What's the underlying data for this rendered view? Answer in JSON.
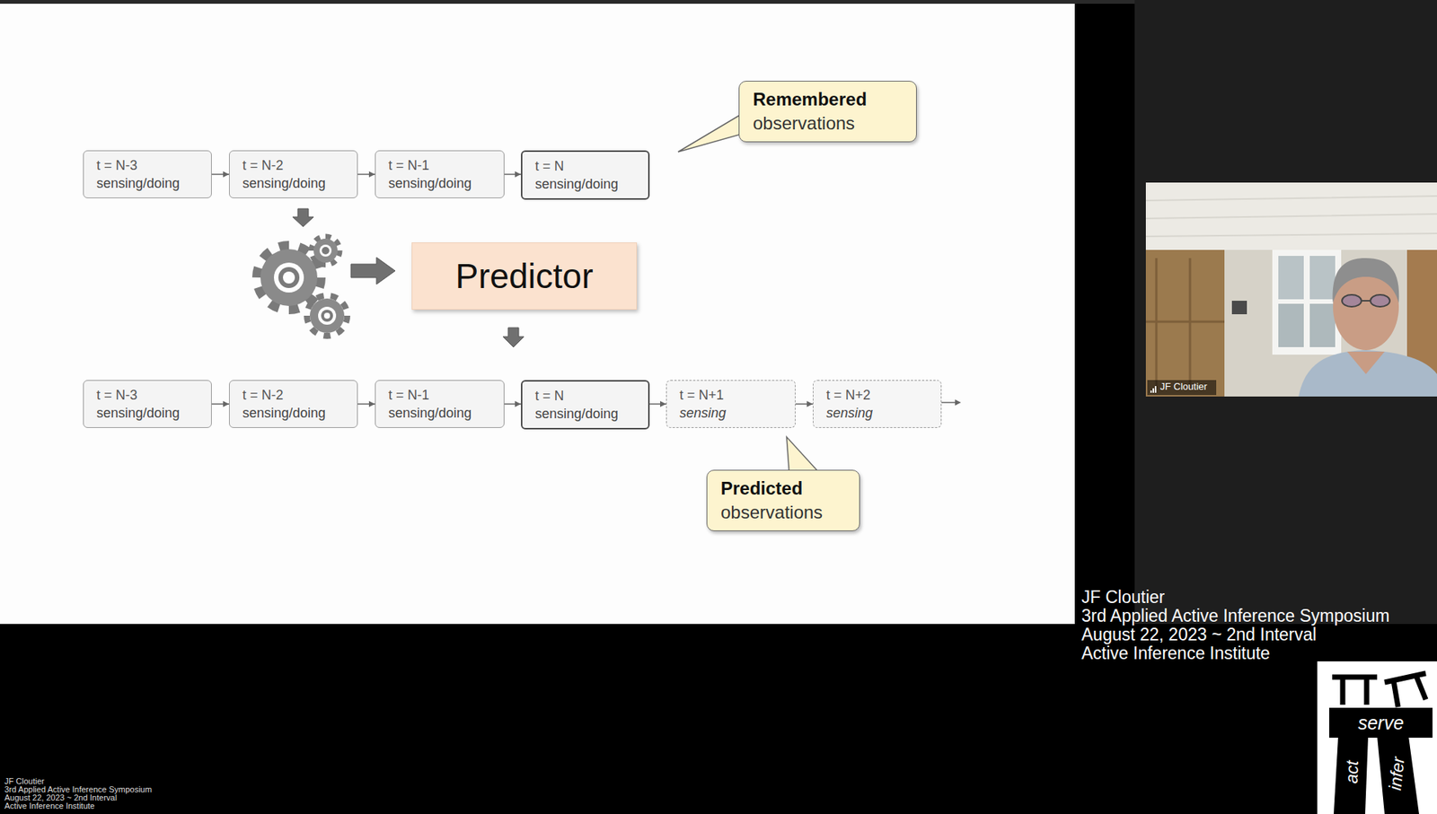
{
  "diagram": {
    "nodes": [
      {
        "text": [
          "Remembered",
          "observations"
        ]
      },
      {
        "text": [
          "t = N-3",
          "sensing/doing"
        ]
      },
      {
        "text": [
          "t = N-2",
          "sensing/doing"
        ]
      },
      {
        "text": [
          "t = N-1",
          "sensing/doing"
        ]
      },
      {
        "text": [
          "t = N",
          "sensing/doing"
        ]
      },
      {
        "text": [
          "Predictor"
        ]
      },
      {
        "text": [
          "t = N-3",
          "sensing/doing"
        ]
      },
      {
        "text": [
          "t = N-2",
          "sensing/doing"
        ]
      },
      {
        "text": [
          "t = N-1",
          "sensing/doing"
        ]
      },
      {
        "text": [
          "t = N",
          "sensing/doing"
        ]
      },
      {
        "text": [
          "t = N+1",
          "sensing"
        ]
      },
      {
        "text": [
          "t = N+2",
          "sensing"
        ]
      },
      {
        "text": [
          "Predicted",
          "observations"
        ]
      }
    ],
    "edges": [
      {
        "from": 1,
        "to": 2,
        "arrow": "to"
      },
      {
        "from": 2,
        "to": 3,
        "arrow": "to"
      },
      {
        "from": 3,
        "to": 4,
        "arrow": "to"
      },
      {
        "from": 6,
        "to": 7,
        "arrow": "to"
      },
      {
        "from": 7,
        "to": 8,
        "arrow": "to"
      },
      {
        "from": 8,
        "to": 9,
        "arrow": "to"
      },
      {
        "from": 9,
        "to": 10,
        "arrow": "to"
      },
      {
        "from": 10,
        "to": 11,
        "arrow": "to"
      }
    ],
    "labels": [
      "JF Cloutier",
      "JF Cloutier",
      "3rd Applied Active Inference Symposium",
      "August 22, 2023 ~ 2nd Interval",
      "Active Inference Institute",
      "JF Cloutier",
      "3rd Applied Active Inference Symposium",
      "August 22, 2023 ~ 2nd Interval",
      "Active Inference Institute",
      "serve",
      "act",
      "infer"
    ]
  }
}
